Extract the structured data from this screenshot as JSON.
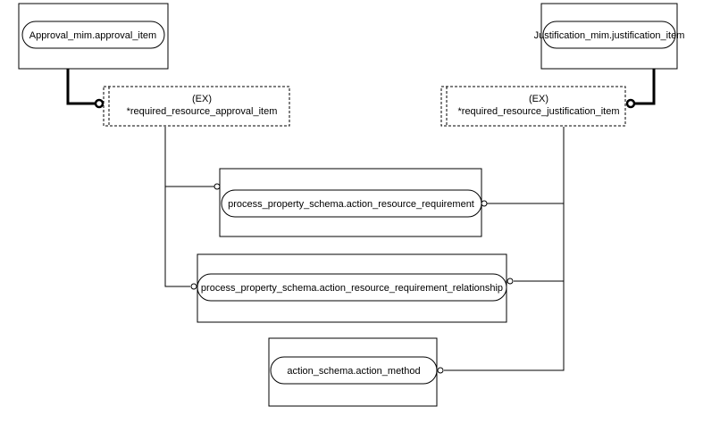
{
  "entities": {
    "approval_item": "Approval_mim.approval_item",
    "justification_item": "Justification_mim.justification_item",
    "action_resource_requirement": "process_property_schema.action_resource_requirement",
    "action_resource_requirement_relationship": "process_property_schema.action_resource_requirement_relationship",
    "action_method": "action_schema.action_method"
  },
  "ex_selects": {
    "approval": {
      "tag": "(EX)",
      "name": "*required_resource_approval_item"
    },
    "justification": {
      "tag": "(EX)",
      "name": "*required_resource_justification_item"
    }
  }
}
